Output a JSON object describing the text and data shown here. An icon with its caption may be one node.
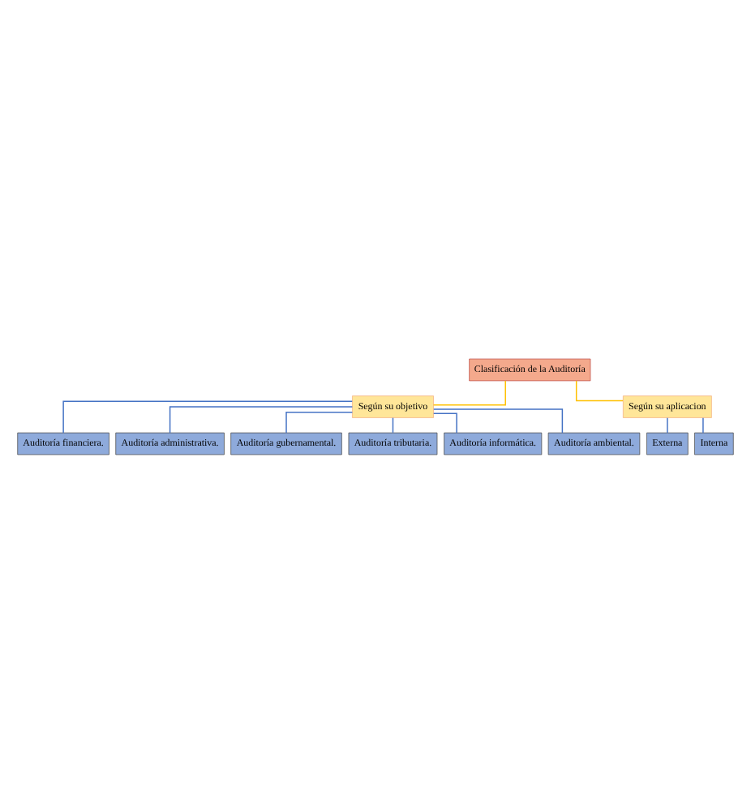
{
  "diagram": {
    "nodes": [
      {
        "text": [
          "Clasificación de la Auditoría"
        ]
      },
      {
        "text": [
          "Según su objetivo"
        ]
      },
      {
        "text": [
          "Según su aplicacion"
        ]
      },
      {
        "text": [
          "Auditoría financiera."
        ]
      },
      {
        "text": [
          "Auditoría administrativa."
        ]
      },
      {
        "text": [
          "Auditoría gubernamental."
        ]
      },
      {
        "text": [
          "Auditoría tributaria."
        ]
      },
      {
        "text": [
          "Auditoría informática."
        ]
      },
      {
        "text": [
          "Auditoría ambiental."
        ]
      },
      {
        "text": [
          "Externa"
        ]
      },
      {
        "text": [
          "Interna"
        ]
      }
    ],
    "edges": [
      {
        "from": 0,
        "to": 1,
        "arrow": "none",
        "color": "#ffc000"
      },
      {
        "from": 0,
        "to": 2,
        "arrow": "none",
        "color": "#ffc000"
      },
      {
        "from": 1,
        "to": 3,
        "arrow": "none"
      },
      {
        "from": 1,
        "to": 4,
        "arrow": "none"
      },
      {
        "from": 1,
        "to": 5,
        "arrow": "none"
      },
      {
        "from": 1,
        "to": 6,
        "arrow": "none"
      },
      {
        "from": 1,
        "to": 7,
        "arrow": "none"
      },
      {
        "from": 1,
        "to": 8,
        "arrow": "none"
      },
      {
        "from": 2,
        "to": 9,
        "arrow": "none"
      },
      {
        "from": 2,
        "to": 10,
        "arrow": "none"
      }
    ]
  }
}
